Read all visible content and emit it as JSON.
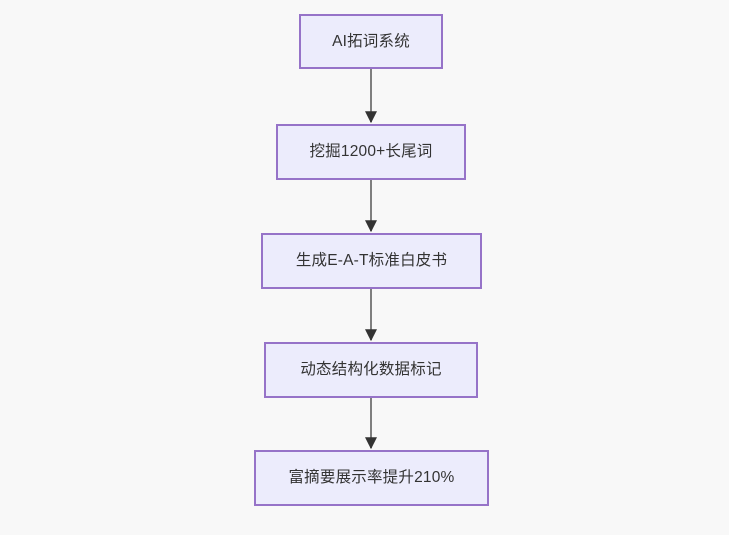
{
  "diagram": {
    "type": "flowchart",
    "direction": "top-to-bottom",
    "background_color": "#f8f8f8",
    "node_fill_color": "#ececfc",
    "node_border_color": "#9673c8",
    "node_text_color": "#333333",
    "edge_line_color": "#7f7f7f",
    "edge_arrow_color": "#333333",
    "nodes": [
      {
        "id": "node-0",
        "label": "AI拓词系统"
      },
      {
        "id": "node-1",
        "label": "挖掘1200+长尾词"
      },
      {
        "id": "node-2",
        "label": "生成E-A-T标准白皮书"
      },
      {
        "id": "node-3",
        "label": "动态结构化数据标记"
      },
      {
        "id": "node-4",
        "label": "富摘要展示率提升210%"
      }
    ],
    "edges": [
      {
        "id": "edge-0",
        "from": "node-0",
        "to": "node-1",
        "label": ""
      },
      {
        "id": "edge-1",
        "from": "node-1",
        "to": "node-2",
        "label": ""
      },
      {
        "id": "edge-2",
        "from": "node-2",
        "to": "node-3",
        "label": ""
      },
      {
        "id": "edge-3",
        "from": "node-3",
        "to": "node-4",
        "label": ""
      }
    ]
  }
}
